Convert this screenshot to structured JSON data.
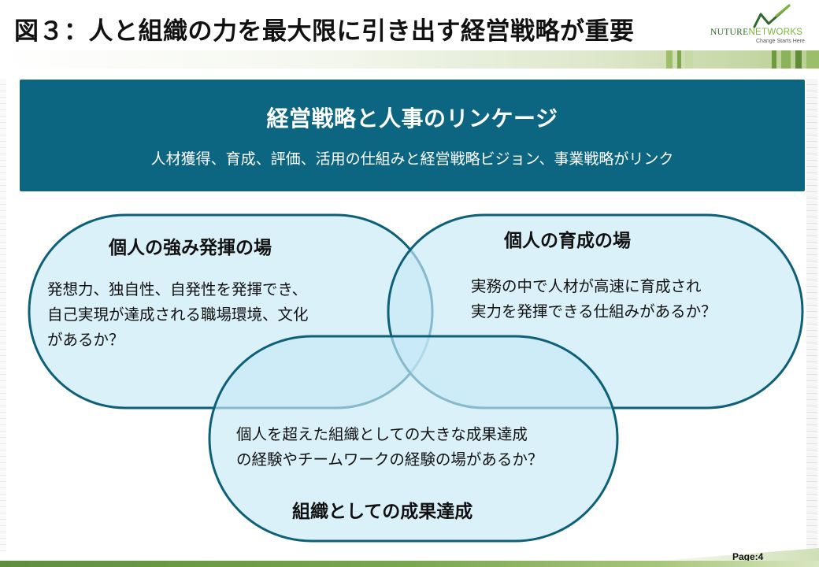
{
  "slide": {
    "title": "図３：人と組織の力を最大限に引き出す経営戦略が重要",
    "page_label": "Page:4"
  },
  "logo": {
    "word1": "NUTURE",
    "word2": "NETWORKS",
    "tagline": "Change Starts Here"
  },
  "linkage": {
    "title": "経営戦略と人事のリンケージ",
    "subtitle": "人材獲得、育成、評価、活用の仕組みと経営戦略ビジョン、事業戦略がリンク"
  },
  "venn": {
    "individual_strength": {
      "heading": "個人の強み発揮の場",
      "lines": [
        "発想力、独自性、自発性を発揮でき、",
        "自己実現が達成される職場環境、文化",
        "があるか？"
      ]
    },
    "individual_growth": {
      "heading": "個人の育成の場",
      "lines": [
        "実務の中で人材が高速に育成され",
        "実力を発揮できる仕組みがあるか？"
      ]
    },
    "organizational_results": {
      "heading": "組織としての成果達成",
      "lines": [
        "個人を超えた組織としての大きな成果達成",
        "の経験やチームワークの経験の場があるか？"
      ]
    }
  },
  "colors": {
    "primary_teal": "#0d6681",
    "shape_fill": "#c6e9f7",
    "shape_outline": "#0e6079",
    "accent_green": "#7ab53a"
  }
}
